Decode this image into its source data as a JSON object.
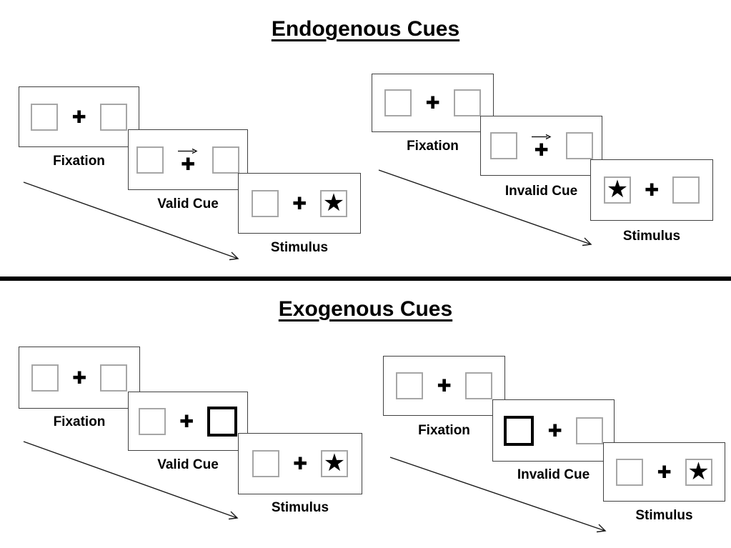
{
  "page": {
    "background": "#ffffff"
  },
  "colors": {
    "panel_border": "#404040",
    "placeholder_box_border": "#a6a6a6",
    "cue_highlight_border": "#000000",
    "symbol": "#000000",
    "text": "#000000",
    "divider": "#000000"
  },
  "icons": {
    "fixation_cross": "✚",
    "star": "★",
    "cue_arrow": "right-arrow",
    "timeline_arrow": "diagonal-down-right-arrow"
  },
  "sections": [
    {
      "title": "Endogenous Cues",
      "sequences": [
        {
          "name": "valid",
          "cue_style": "central-arrow-pointing-right",
          "panels": [
            {
              "label": "Fixation"
            },
            {
              "label": "Valid Cue"
            },
            {
              "label": "Stimulus",
              "star_side": "right"
            }
          ]
        },
        {
          "name": "invalid",
          "cue_style": "central-arrow-pointing-right",
          "panels": [
            {
              "label": "Fixation"
            },
            {
              "label": "Invalid Cue"
            },
            {
              "label": "Stimulus",
              "star_side": "left"
            }
          ]
        }
      ]
    },
    {
      "title": "Exogenous Cues",
      "sequences": [
        {
          "name": "valid",
          "cue_style": "right-box-highlighted",
          "panels": [
            {
              "label": "Fixation"
            },
            {
              "label": "Valid Cue"
            },
            {
              "label": "Stimulus",
              "star_side": "right"
            }
          ]
        },
        {
          "name": "invalid",
          "cue_style": "left-box-highlighted",
          "panels": [
            {
              "label": "Fixation"
            },
            {
              "label": "Invalid Cue"
            },
            {
              "label": "Stimulus",
              "star_side": "right"
            }
          ]
        }
      ]
    }
  ]
}
